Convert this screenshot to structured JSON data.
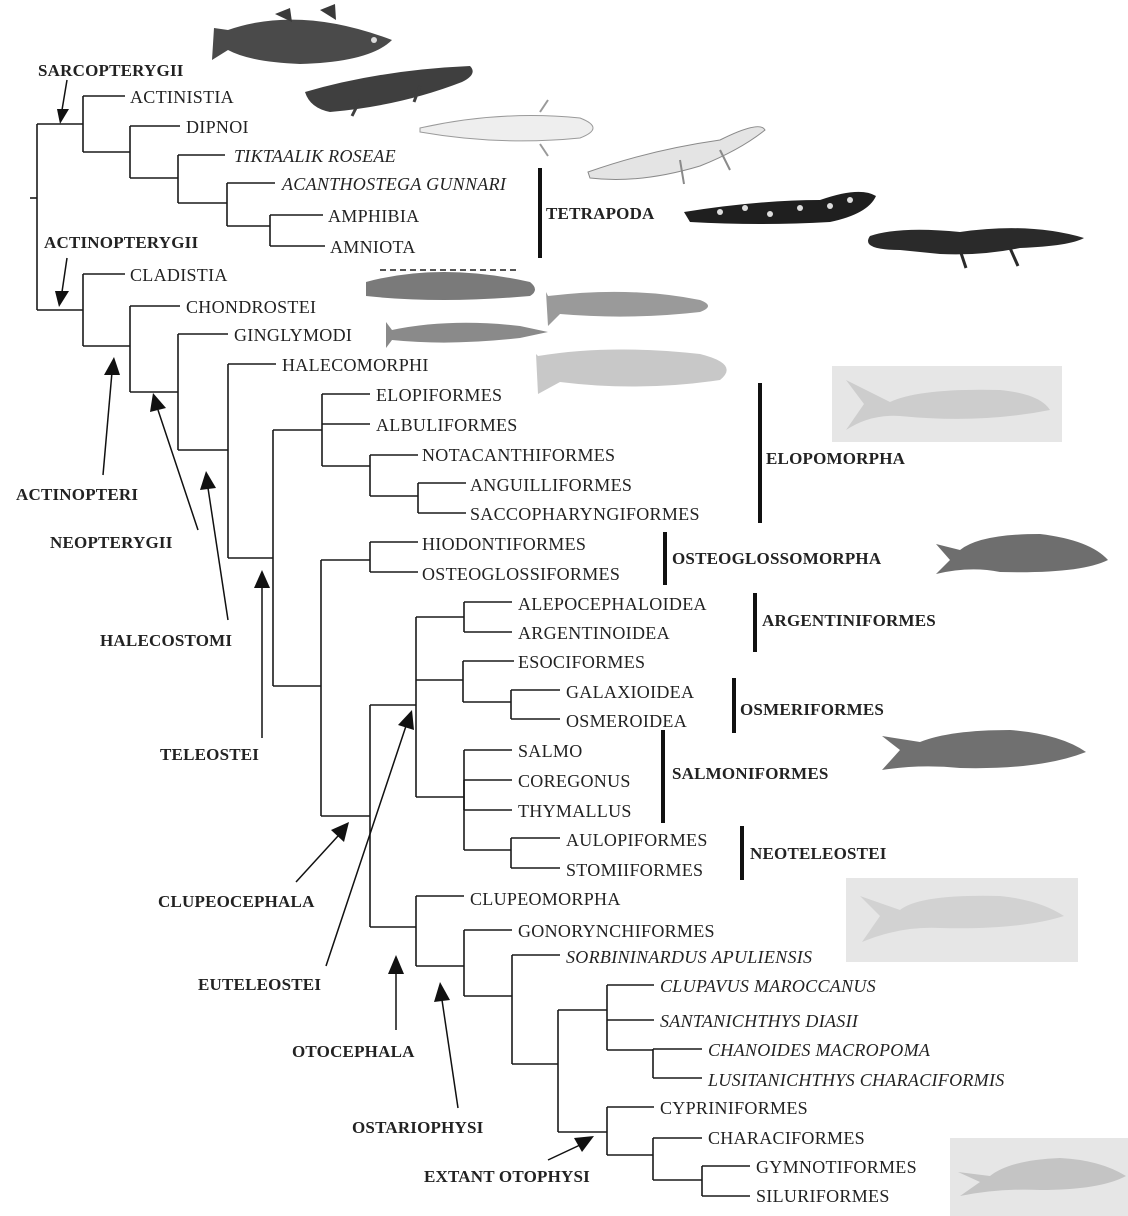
{
  "clade_labels": {
    "sarcopterygii": "SARCOPTERYGII",
    "actinopterygii": "ACTINOPTERYGII",
    "actinopteri": "ACTINOPTERI",
    "neopterygii": "NEOPTERYGII",
    "halecostomi": "HALECOSTOMI",
    "teleostei": "TELEOSTEI",
    "clupeocephala": "CLUPEOCEPHALA",
    "euteleostei": "EUTELEOSTEI",
    "otocephala": "OTOCEPHALA",
    "ostariophysi": "OSTARIOPHYSI",
    "extant_otophysi": "EXTANT OTOPHYSI"
  },
  "taxa": {
    "actinistia": "ACTINISTIA",
    "dipnoi": "DIPNOI",
    "tiktaalik": "TIKTAALIK ROSEAE",
    "acanthostega": "ACANTHOSTEGA GUNNARI",
    "amphibia": "AMPHIBIA",
    "amniota": "AMNIOTA",
    "cladistia": "CLADISTIA",
    "chondrostei": "CHONDROSTEI",
    "ginglymodi": "GINGLYMODI",
    "halecomorphi": "HALECOMORPHI",
    "elopiformes": "ELOPIFORMES",
    "albuliformes": "ALBULIFORMES",
    "notacanthiformes": "NOTACANTHIFORMES",
    "anguilliformes": "ANGUILLIFORMES",
    "saccopharyngiformes": "SACCOPHARYNGIFORMES",
    "hiodontiformes": "HIODONTIFORMES",
    "osteoglossiformes": "OSTEOGLOSSIFORMES",
    "alepocephaloidea": "ALEPOCEPHALOIDEA",
    "argentinoidea": "ARGENTINOIDEA",
    "esociformes": "ESOCIFORMES",
    "galaxioidea": "GALAXIOIDEA",
    "osmeroidea": "OSMEROIDEA",
    "salmo": "SALMO",
    "coregonus": "COREGONUS",
    "thymallus": "THYMALLUS",
    "aulopiformes": "AULOPIFORMES",
    "stomiiformes": "STOMIIFORMES",
    "clupeomorpha": "CLUPEOMORPHA",
    "gonorynchiformes": "GONORYNCHIFORMES",
    "sorbininardus": "SORBININARDUS APULIENSIS",
    "clupavus": "CLUPAVUS MAROCCANUS",
    "santanichthys": "SANTANICHTHYS DIASII",
    "chanoides": "CHANOIDES MACROPOMA",
    "lusitanichthys": "LUSITANICHTHYS CHARACIFORMIS",
    "cypriniformes": "CYPRINIFORMES",
    "characiformes": "CHARACIFORMES",
    "gymnotiformes": "GYMNOTIFORMES",
    "siluriformes": "SILURIFORMES"
  },
  "group_labels": {
    "tetrapoda": "TETRAPODA",
    "elopomorpha": "ELOPOMORPHA",
    "osteoglossomorpha": "OSTEOGLOSSOMORPHA",
    "argentiniformes": "ARGENTINIFORMES",
    "osmeriformes": "OSMERIFORMES",
    "salmoniformes": "SALMONIFORMES",
    "neoteleostei": "NEOTELEOSTEI"
  },
  "colors": {
    "line": "#1a1a1a",
    "text": "#222222",
    "illustration_dark": "#3a3a3a",
    "illustration_light": "#d9d9d9",
    "photo_panel": "#e6e6e6"
  }
}
